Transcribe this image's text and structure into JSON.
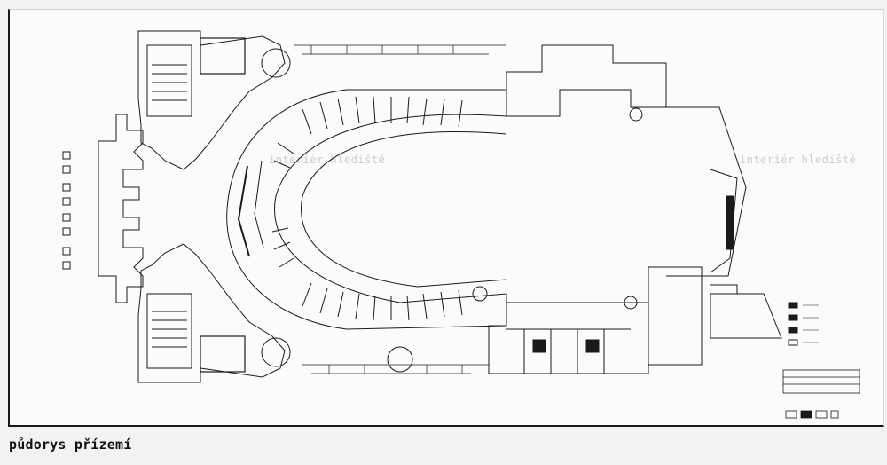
{
  "caption": "půdorys přízemí",
  "bleed_through": {
    "left": "interiér hlediště",
    "right": "interiér hlediště"
  },
  "colors": {
    "ink": "#1a1a1a",
    "paper": "#fbfbfa",
    "bleed": "#cdcdcd"
  }
}
